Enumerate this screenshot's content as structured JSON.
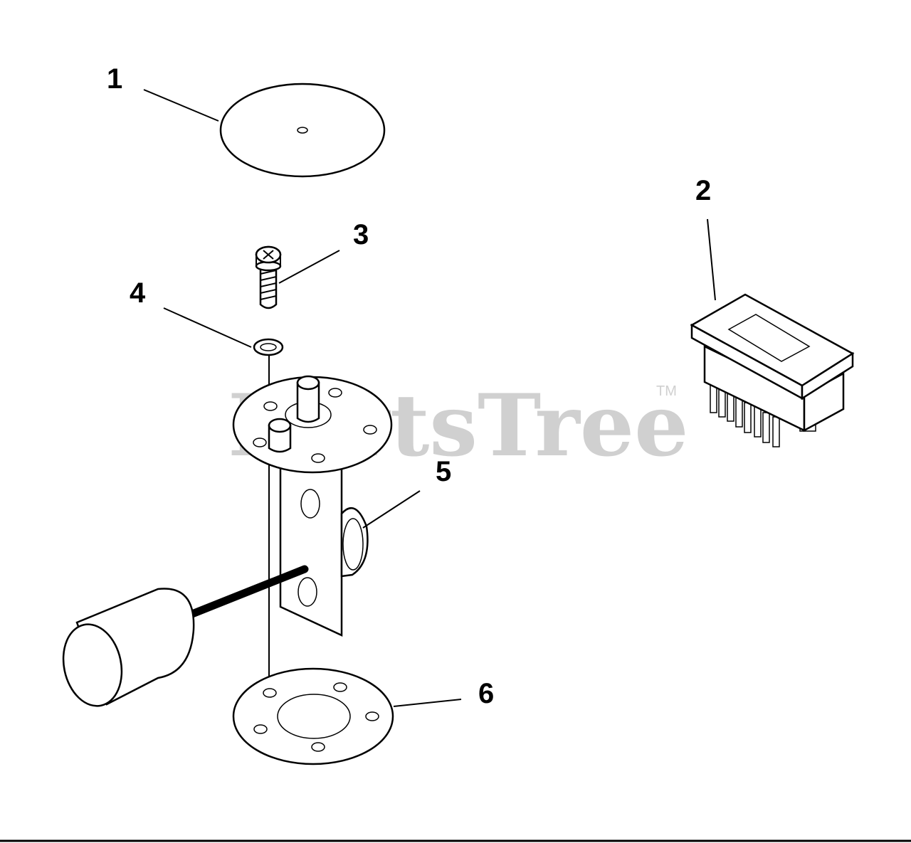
{
  "callouts": {
    "c1": "1",
    "c2": "2",
    "c3": "3",
    "c4": "4",
    "c5": "5",
    "c6": "6"
  },
  "watermark": {
    "text": "PartsTree",
    "trademark": "TM"
  },
  "colors": {
    "line": "#000000",
    "watermark": "#d0d0d0",
    "background": "#ffffff"
  }
}
